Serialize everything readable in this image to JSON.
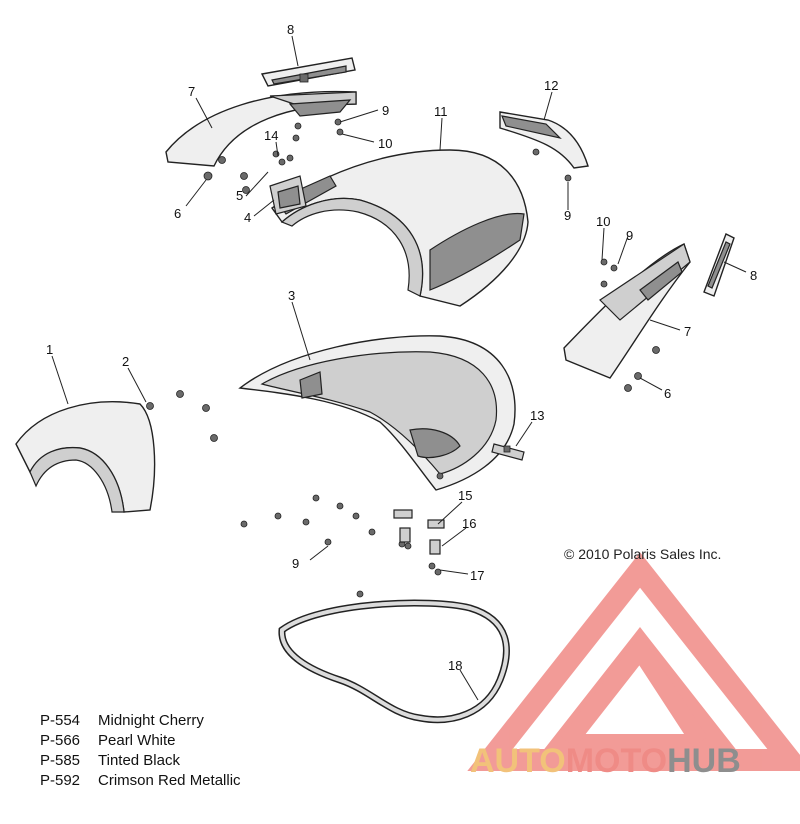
{
  "callouts": {
    "c1": "1",
    "c2": "2",
    "c3": "3",
    "c4": "4",
    "c5": "5",
    "c6a": "6",
    "c6b": "6",
    "c7a": "7",
    "c7b": "7",
    "c8a": "8",
    "c8b": "8",
    "c9a": "9",
    "c9b": "9",
    "c9c": "9",
    "c9d": "9",
    "c10a": "10",
    "c10b": "10",
    "c11": "11",
    "c12": "12",
    "c13": "13",
    "c14": "14",
    "c15": "15",
    "c16": "16",
    "c17": "17",
    "c18": "18"
  },
  "copyright": "© 2010 Polaris Sales Inc.",
  "legend": [
    {
      "code": "P-554",
      "name": "Midnight Cherry"
    },
    {
      "code": "P-566",
      "name": "Pearl White"
    },
    {
      "code": "P-585",
      "name": "Tinted Black"
    },
    {
      "code": "P-592",
      "name": "Crimson Red Metallic"
    }
  ],
  "watermark": {
    "part1": "AUTO",
    "part2": "MOTO",
    "part3": "HUB"
  },
  "colors": {
    "logo_red": "#f08a86",
    "logo_orange": "#f2c27a",
    "logo_gray": "#8e8e8e"
  }
}
